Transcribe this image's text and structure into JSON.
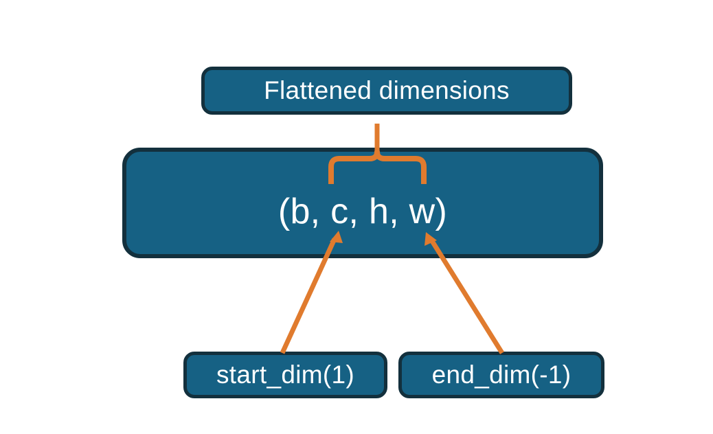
{
  "diagram": {
    "title_node": {
      "label": "Flattened dimensions"
    },
    "shape_node": {
      "label": "(b, c, h, w)"
    },
    "start_node": {
      "label": "start_dim(1)"
    },
    "end_node": {
      "label": "end_dim(-1)"
    },
    "colors": {
      "node_fill": "#166184",
      "node_border": "#13303d",
      "node_text": "#ffffff",
      "connector": "#e07b2e",
      "background": "#ffffff"
    },
    "connectors": [
      {
        "name": "brace-to-flattened",
        "type": "curly-brace",
        "from": "shape_node",
        "to": "title_node"
      },
      {
        "name": "start-dim-arrow",
        "type": "arrow",
        "from": "start_node",
        "to": "shape_node"
      },
      {
        "name": "end-dim-arrow",
        "type": "arrow",
        "from": "end_node",
        "to": "shape_node"
      }
    ]
  }
}
